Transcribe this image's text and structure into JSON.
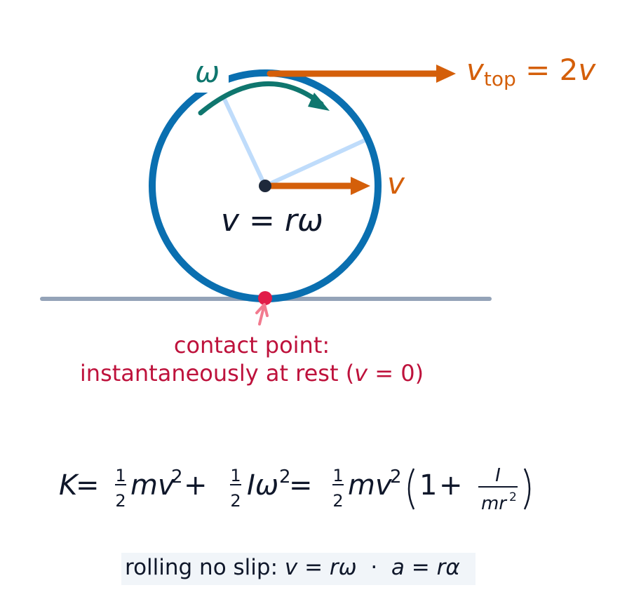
{
  "colors": {
    "wheel": "#0a6fb0",
    "spoke": "#bfdcfb",
    "velocity": "#d45f0a",
    "omega": "#0f766e",
    "ground": "#94a3b8",
    "contact": "#e11d48",
    "contact_text": "#be123c",
    "text": "#0f172a",
    "box_bg": "#f1f5f9"
  },
  "labels": {
    "omega": "ω",
    "v_center": "v",
    "v_top_v": "v",
    "v_top_sub": "top",
    "v_top_rest": " = 2",
    "v_top_end": "v",
    "relation_v": "v",
    "relation_eq": " = ",
    "relation_rw": "rω",
    "contact_line1": "contact point:",
    "contact_line2_a": "instantaneously at rest (",
    "contact_line2_v": "v",
    "contact_line2_b": " = 0)"
  },
  "energy": {
    "K": "K",
    "eq1": " = ",
    "half": "1",
    "two": "2",
    "mv": "mv",
    "sq": "2",
    "plus": " + ",
    "Iw": "Iω",
    "eq2": " = ",
    "one": "1",
    "frac_num": "I",
    "frac_den": "mr",
    "frac_den_sq": "2"
  },
  "footer": {
    "prefix": "rolling no slip: ",
    "c1": "v = rω",
    "sep": "  ·  ",
    "c2": "a = rα"
  }
}
